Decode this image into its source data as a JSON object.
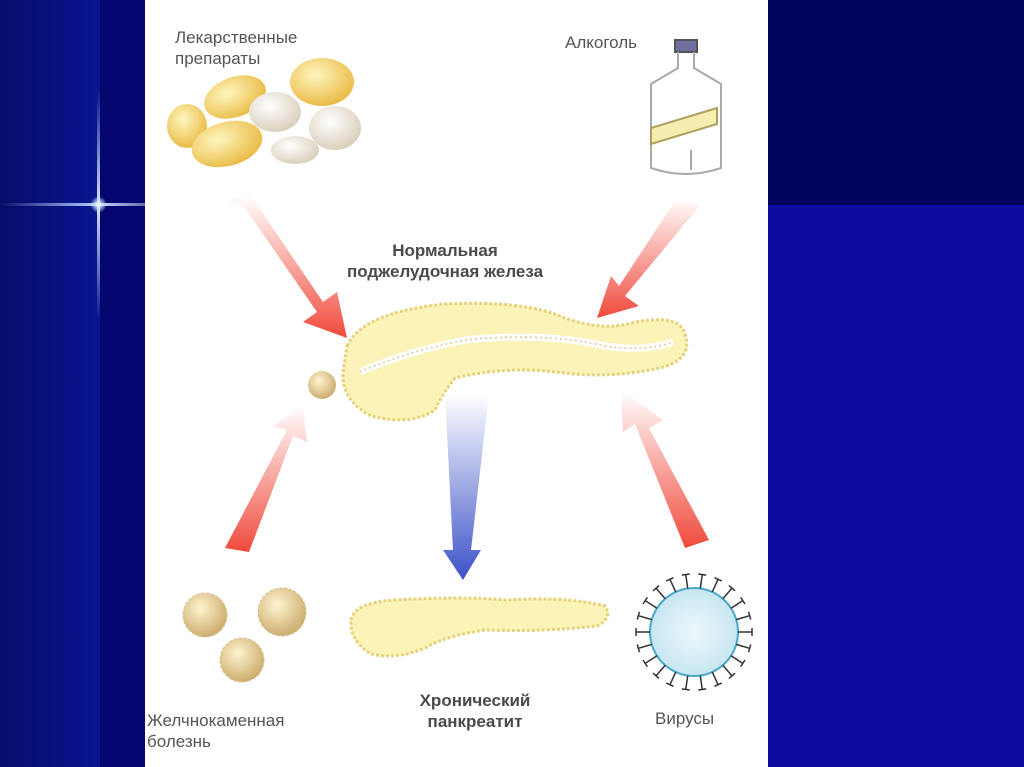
{
  "labels": {
    "drugs": "Лекарственные\nпрепараты",
    "alcohol": "Алкоголь",
    "normal_pancreas": "Нормальная\nподжелудочная железа",
    "gallstone": "Желчнокаменная\nболезнь",
    "chronic_pancreatitis": "Хронический\nпанкреатит",
    "viruses": "Вирусы"
  },
  "colors": {
    "cause_arrow": "#f04a3c",
    "outcome_arrow": "#3c52c8",
    "pancreas_fill": "#fbf3b8",
    "slide_background": "#0a0a8c",
    "panel_background": "#ffffff"
  }
}
